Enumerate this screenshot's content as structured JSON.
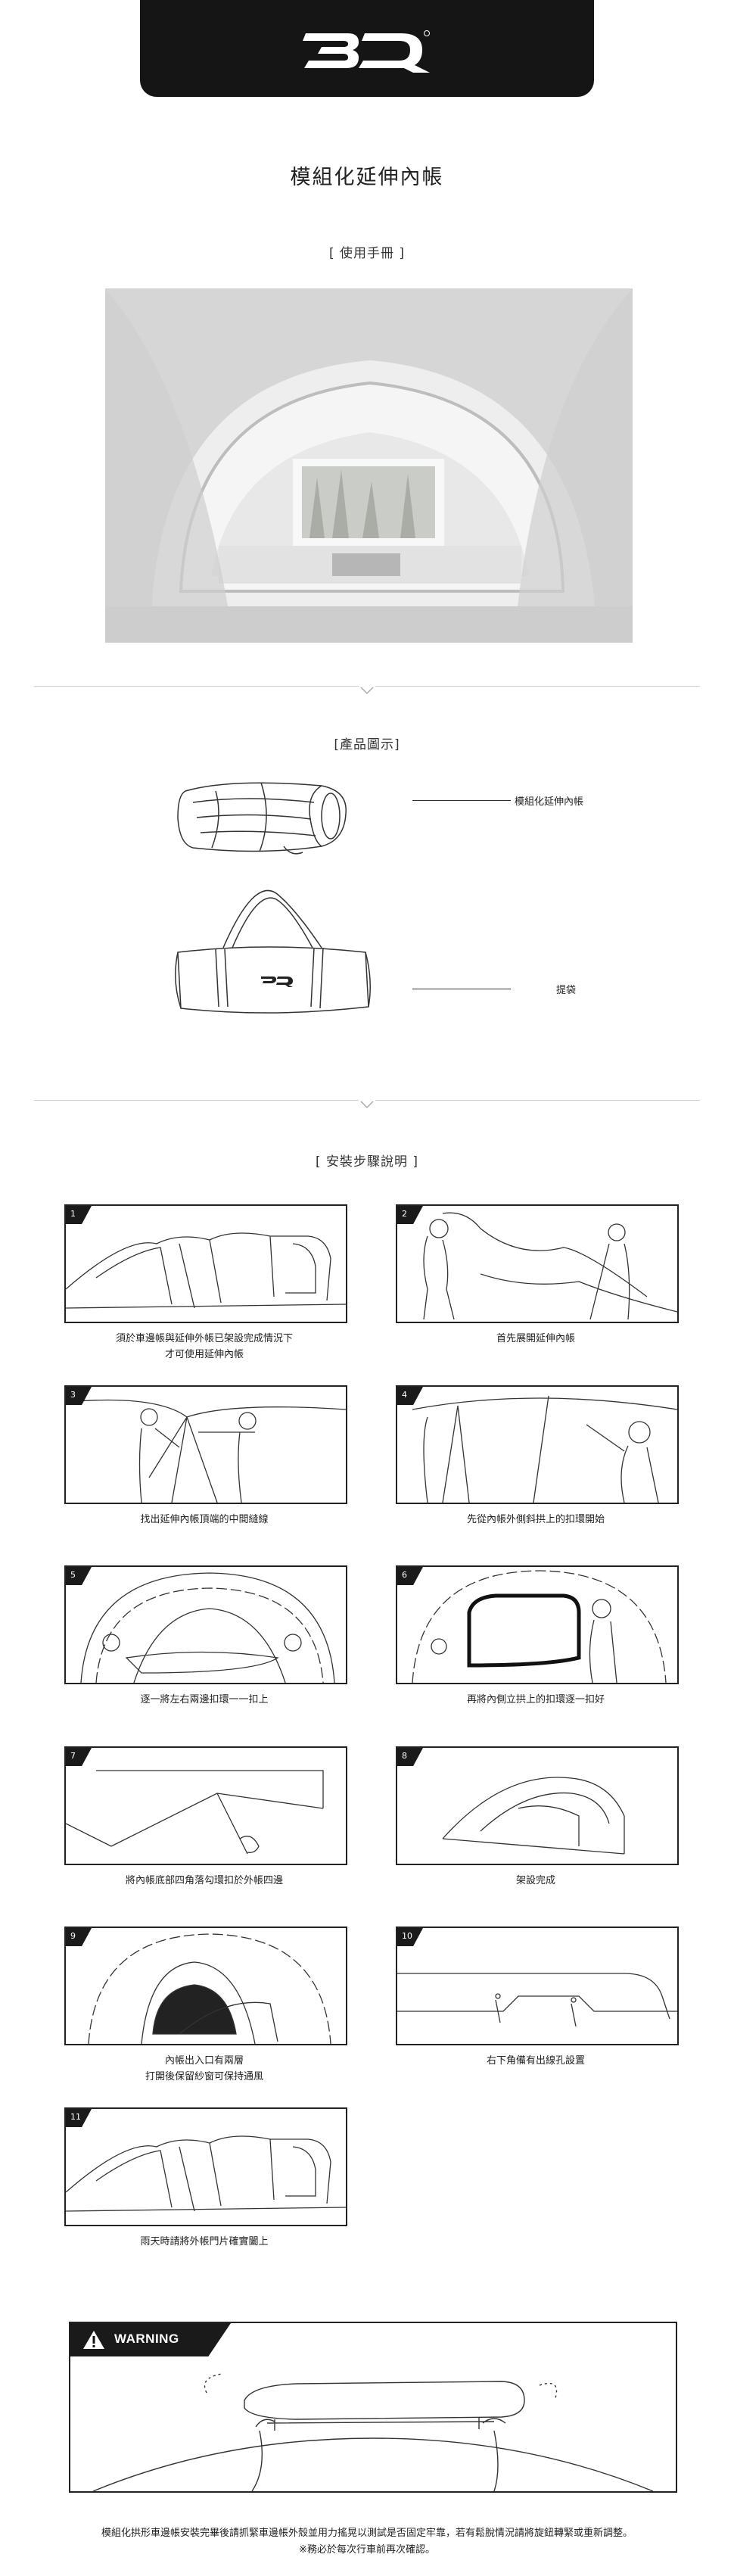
{
  "header": {
    "brand": "3D",
    "logo_color": "#ffffff",
    "bg_color": "#151515"
  },
  "title": "模組化延伸內帳",
  "sections": {
    "manual": "[ 使用手冊 ]",
    "product": "[產品圖示]",
    "steps": "[ 安裝步驟說明 ]"
  },
  "parts": [
    {
      "label": "模組化延伸內帳"
    },
    {
      "label": "提袋"
    }
  ],
  "steps": [
    {
      "num": "1",
      "caption": [
        "須於車邊帳與延伸外帳已架設完成情況下",
        "才可使用延伸內帳"
      ]
    },
    {
      "num": "2",
      "caption": [
        "首先展開延伸內帳"
      ]
    },
    {
      "num": "3",
      "caption": [
        "找出延伸內帳頂端的中間縫線"
      ]
    },
    {
      "num": "4",
      "caption": [
        "先從內帳外側斜拱上的扣環開始"
      ]
    },
    {
      "num": "5",
      "caption": [
        "逐一將左右兩邊扣環一一扣上"
      ]
    },
    {
      "num": "6",
      "caption": [
        "再將內側立拱上的扣環逐一扣好"
      ]
    },
    {
      "num": "7",
      "caption": [
        "將內帳底部四角落勾環扣於外帳四邊"
      ]
    },
    {
      "num": "8",
      "caption": [
        "架設完成"
      ]
    },
    {
      "num": "9",
      "caption": [
        "內帳出入口有兩層",
        "打開後保留紗窗可保持通風"
      ]
    },
    {
      "num": "10",
      "caption": [
        "右下角備有出線孔設置"
      ]
    },
    {
      "num": "11",
      "caption": [
        "雨天時請將外帳門片確實闔上"
      ]
    }
  ],
  "warning": {
    "label": "WARNING",
    "text": [
      "模組化拱形車邊帳安裝完畢後請抓緊車邊帳外殼並用力搖晃以測試是否固定牢靠，若有鬆脫情況請將旋鈕轉緊或重新調整。",
      "※務必於每次行車前再次確認。"
    ]
  }
}
